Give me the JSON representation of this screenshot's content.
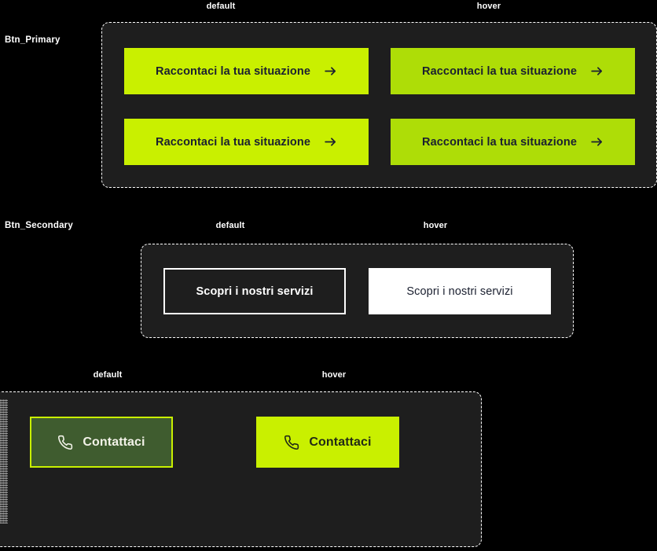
{
  "page": {
    "background": "#000000",
    "panel_background": "#1e1e1e",
    "panel_border": "#ffffff"
  },
  "colors": {
    "lime": "#c9f000",
    "lime_hover": "#aedd07",
    "olive": "#3f5c2f",
    "text_dark": "#1b2030",
    "text_light": "#ffffff",
    "text_cream": "#f2f2e8"
  },
  "sections": [
    {
      "row_label": "Btn_Primary",
      "columns": [
        {
          "label": "default"
        },
        {
          "label": "hover"
        }
      ],
      "buttons": [
        {
          "label": "Raccontaci la tua situazione",
          "icon": "arrow-right-icon",
          "state": "default"
        },
        {
          "label": "Raccontaci la tua situazione",
          "icon": "arrow-right-icon",
          "state": "hover"
        },
        {
          "label": "Raccontaci la tua situazione",
          "icon": "arrow-right-icon",
          "state": "default"
        },
        {
          "label": "Raccontaci la tua situazione",
          "icon": "arrow-right-icon",
          "state": "hover"
        }
      ]
    },
    {
      "row_label": "Btn_Secondary",
      "columns": [
        {
          "label": "default"
        },
        {
          "label": "hover"
        }
      ],
      "buttons": [
        {
          "label": "Scopri i nostri servizi",
          "state": "default"
        },
        {
          "label": "Scopri i nostri servizi",
          "state": "hover"
        }
      ]
    },
    {
      "row_label": "",
      "columns": [
        {
          "label": "default"
        },
        {
          "label": "hover"
        }
      ],
      "buttons": [
        {
          "label": "Contattaci",
          "icon": "phone-icon",
          "state": "default"
        },
        {
          "label": "Contattaci",
          "icon": "phone-icon",
          "state": "hover"
        }
      ]
    }
  ]
}
